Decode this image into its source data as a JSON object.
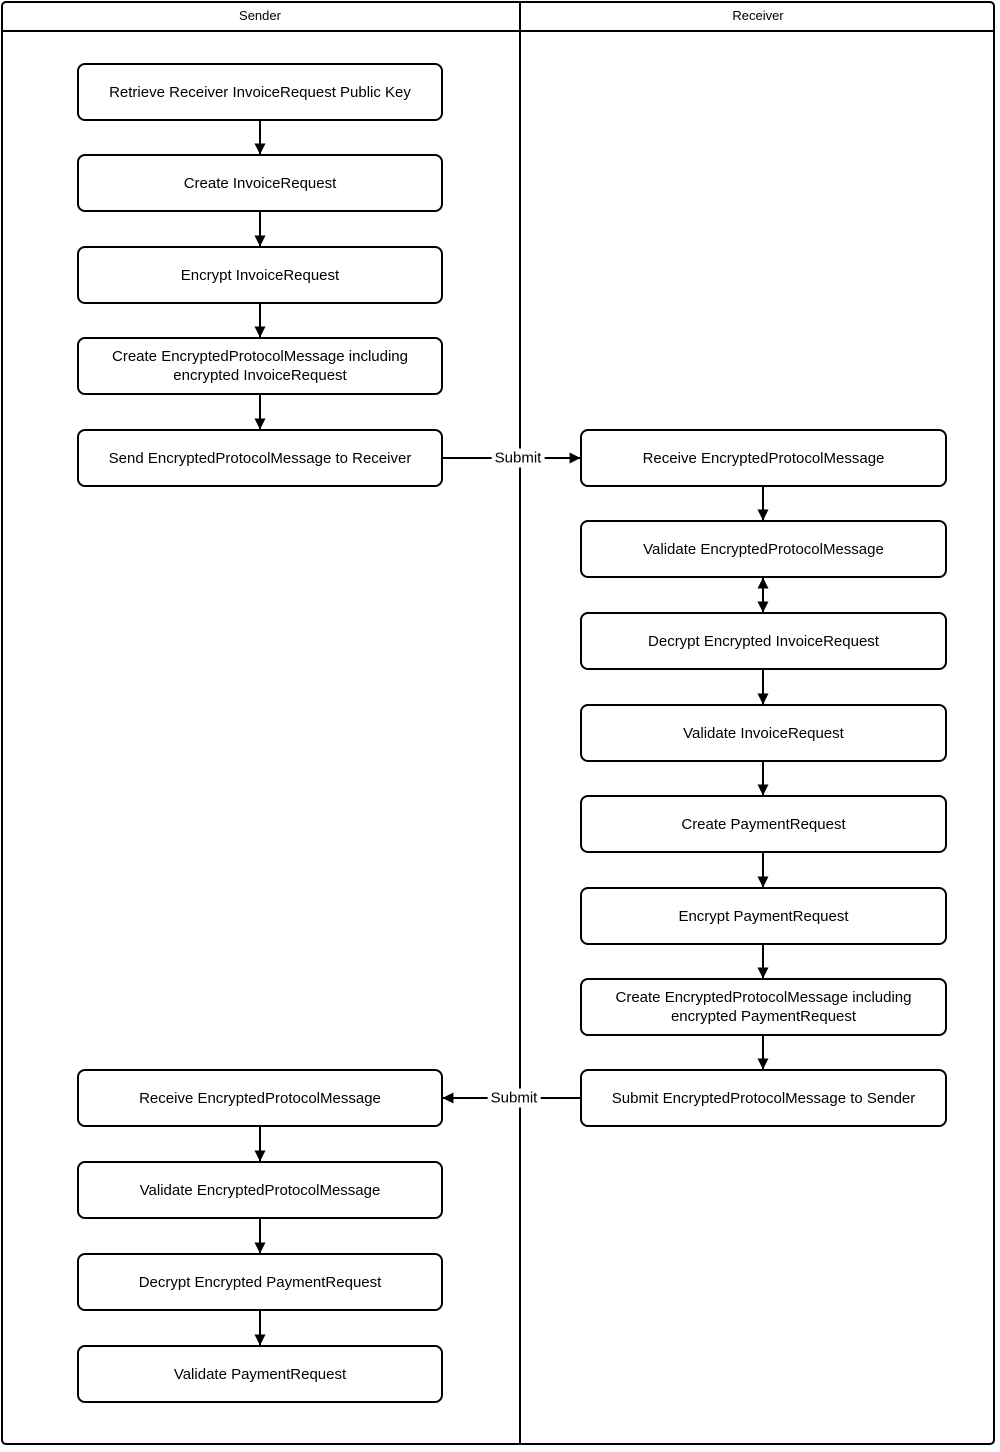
{
  "diagram": {
    "lanes": [
      {
        "title": "Sender"
      },
      {
        "title": "Receiver"
      }
    ],
    "sender_steps": [
      "Retrieve Receiver InvoiceRequest Public Key",
      "Create InvoiceRequest",
      "Encrypt InvoiceRequest",
      "Create EncryptedProtocolMessage including encrypted InvoiceRequest",
      "Send EncryptedProtocolMessage to Receiver",
      "Receive EncryptedProtocolMessage",
      "Validate EncryptedProtocolMessage",
      "Decrypt Encrypted PaymentRequest",
      "Validate PaymentRequest"
    ],
    "receiver_steps": [
      "Receive EncryptedProtocolMessage",
      "Validate EncryptedProtocolMessage",
      "Decrypt Encrypted InvoiceRequest",
      "Validate InvoiceRequest",
      "Create PaymentRequest",
      "Encrypt PaymentRequest",
      "Create EncryptedProtocolMessage including encrypted PaymentRequest",
      "Submit EncryptedProtocolMessage to Sender"
    ],
    "edge_labels": {
      "sender_to_receiver": "Submit",
      "receiver_to_sender": "Submit"
    },
    "colors": {
      "stroke": "#000000",
      "node_fill": "#ffffff",
      "background": "#ffffff"
    }
  }
}
